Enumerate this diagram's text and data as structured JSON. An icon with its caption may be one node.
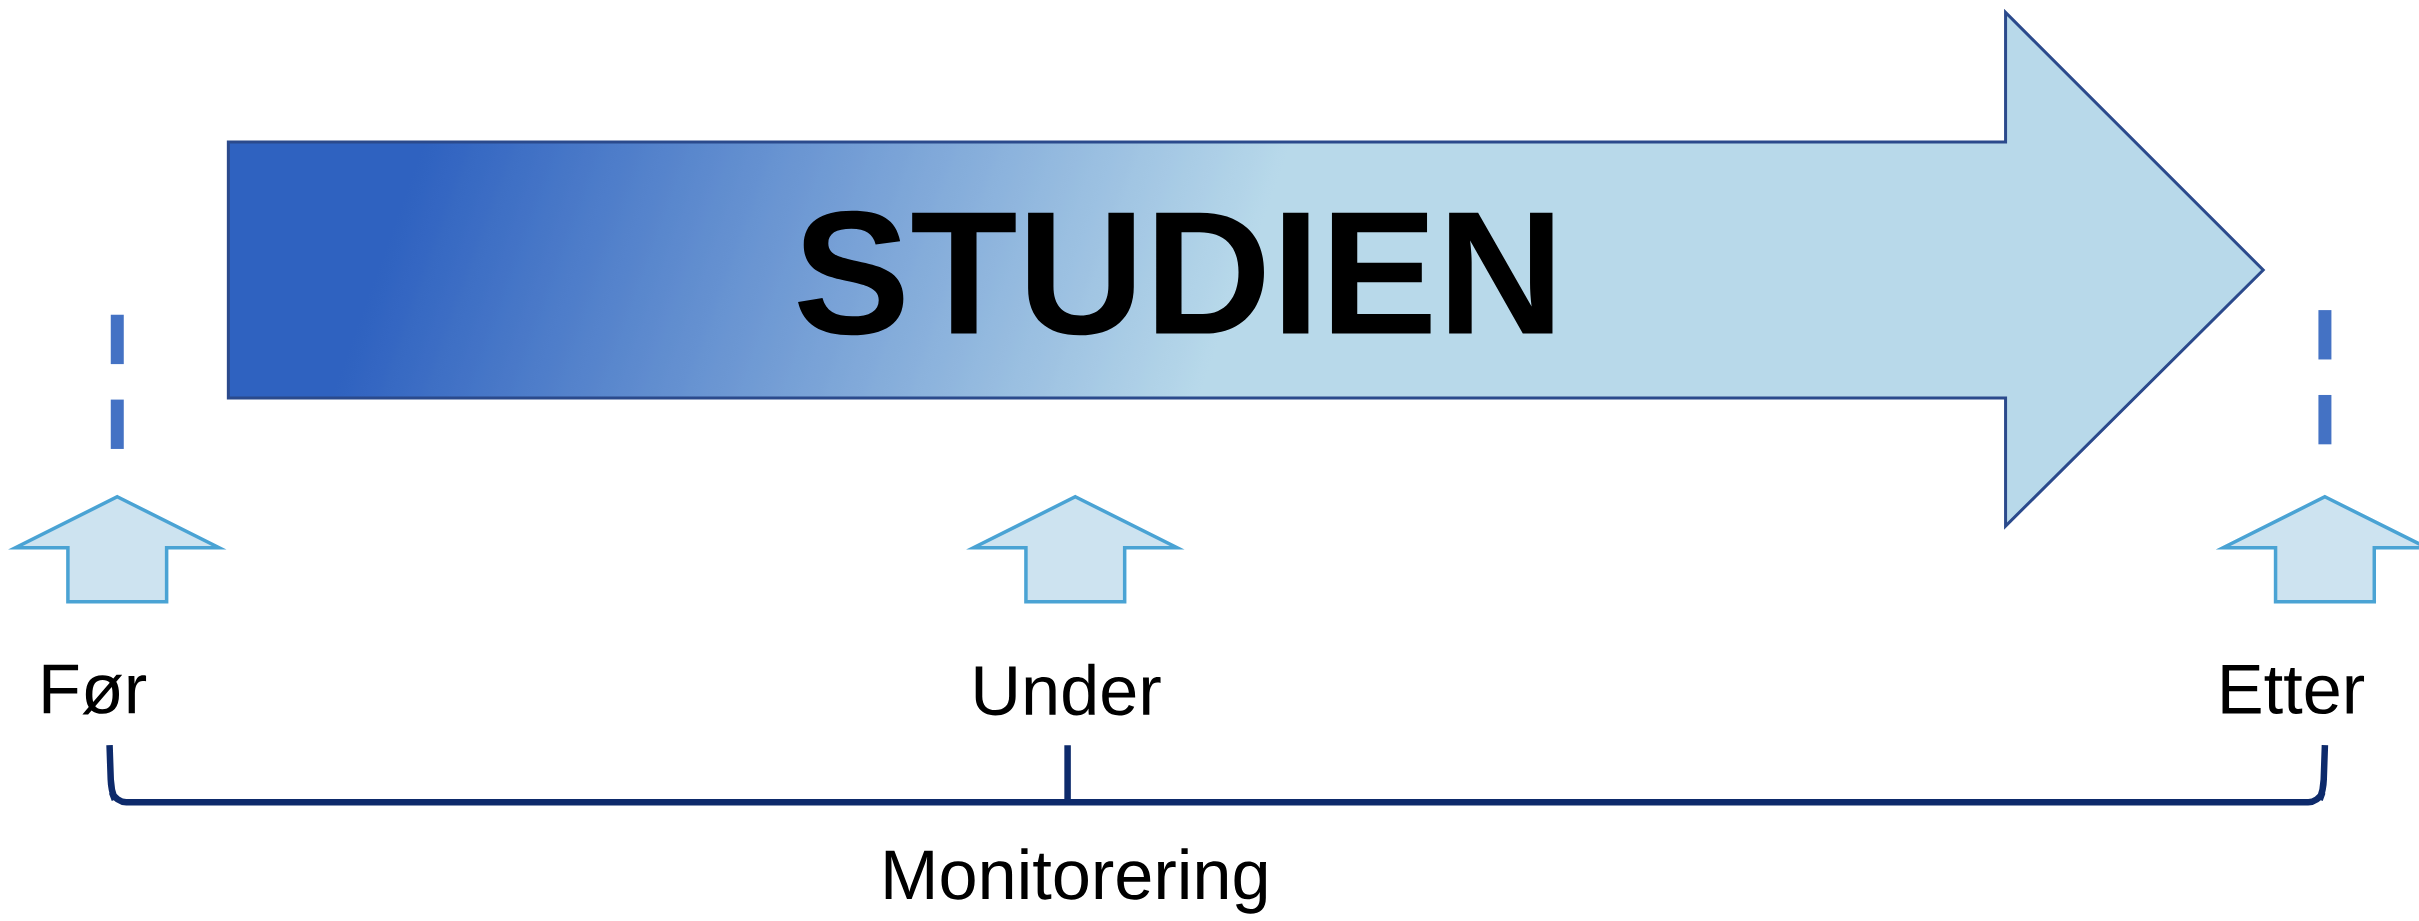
{
  "diagram": {
    "nodes": [
      {
        "text": [
          "STUDIEN"
        ]
      }
    ],
    "labels": [
      "Før",
      "Under",
      "Etter",
      "Monitorering"
    ]
  }
}
